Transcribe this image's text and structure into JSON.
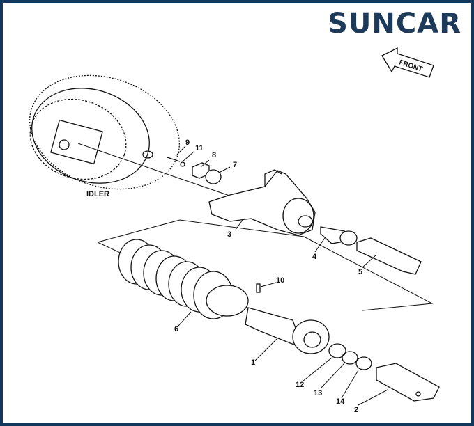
{
  "brand": {
    "logo_text": "SUNCAR",
    "logo_color": "#1d3a5a",
    "frame_color": "#12395b"
  },
  "diagram": {
    "front_label": "FRONT",
    "idler_label": "IDLER",
    "callouts": [
      "1",
      "2",
      "3",
      "4",
      "5",
      "6",
      "7",
      "8",
      "9",
      "10",
      "11",
      "12",
      "13",
      "14"
    ]
  }
}
